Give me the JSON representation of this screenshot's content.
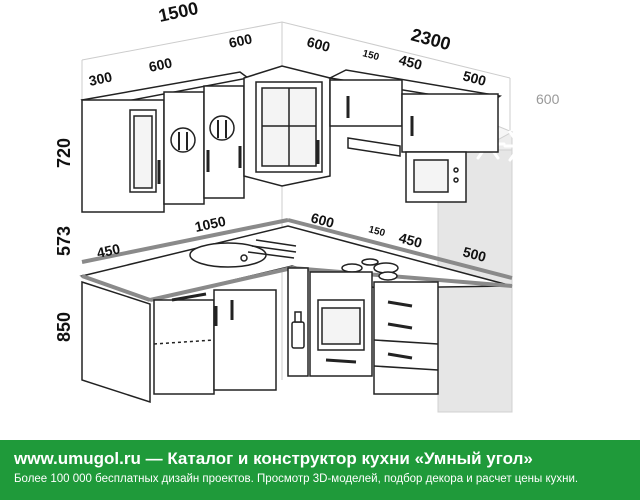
{
  "dimensions": {
    "top_total_left": "1500",
    "top_total_right": "2300",
    "upper_left_1": "300",
    "upper_left_2": "600",
    "upper_left_3": "600",
    "upper_right_1": "600",
    "upper_right_2": "150",
    "upper_right_3": "450",
    "upper_right_4": "500",
    "fridge_depth": "600",
    "height_upper": "720",
    "height_gap": "573",
    "height_base": "850",
    "counter_left_depth": "450",
    "counter_left_length": "1050",
    "counter_right_1": "600",
    "counter_right_2": "150",
    "counter_right_3": "450",
    "counter_right_4": "500"
  },
  "banner": {
    "site": "www.umugol.ru",
    "separator": " — ",
    "headline": "Каталог и конструктор кухни «Умный угол»",
    "subline": "Более 100 000 бесплатных дизайн проектов. Просмотр 3D-моделей, подбор декора и расчет цены кухни."
  },
  "colors": {
    "banner_bg": "#1f9a3a",
    "banner_text": "#ffffff",
    "line": "#222222",
    "fridge_fill": "#e8e8e8",
    "countertop": "#8a8a8a"
  }
}
